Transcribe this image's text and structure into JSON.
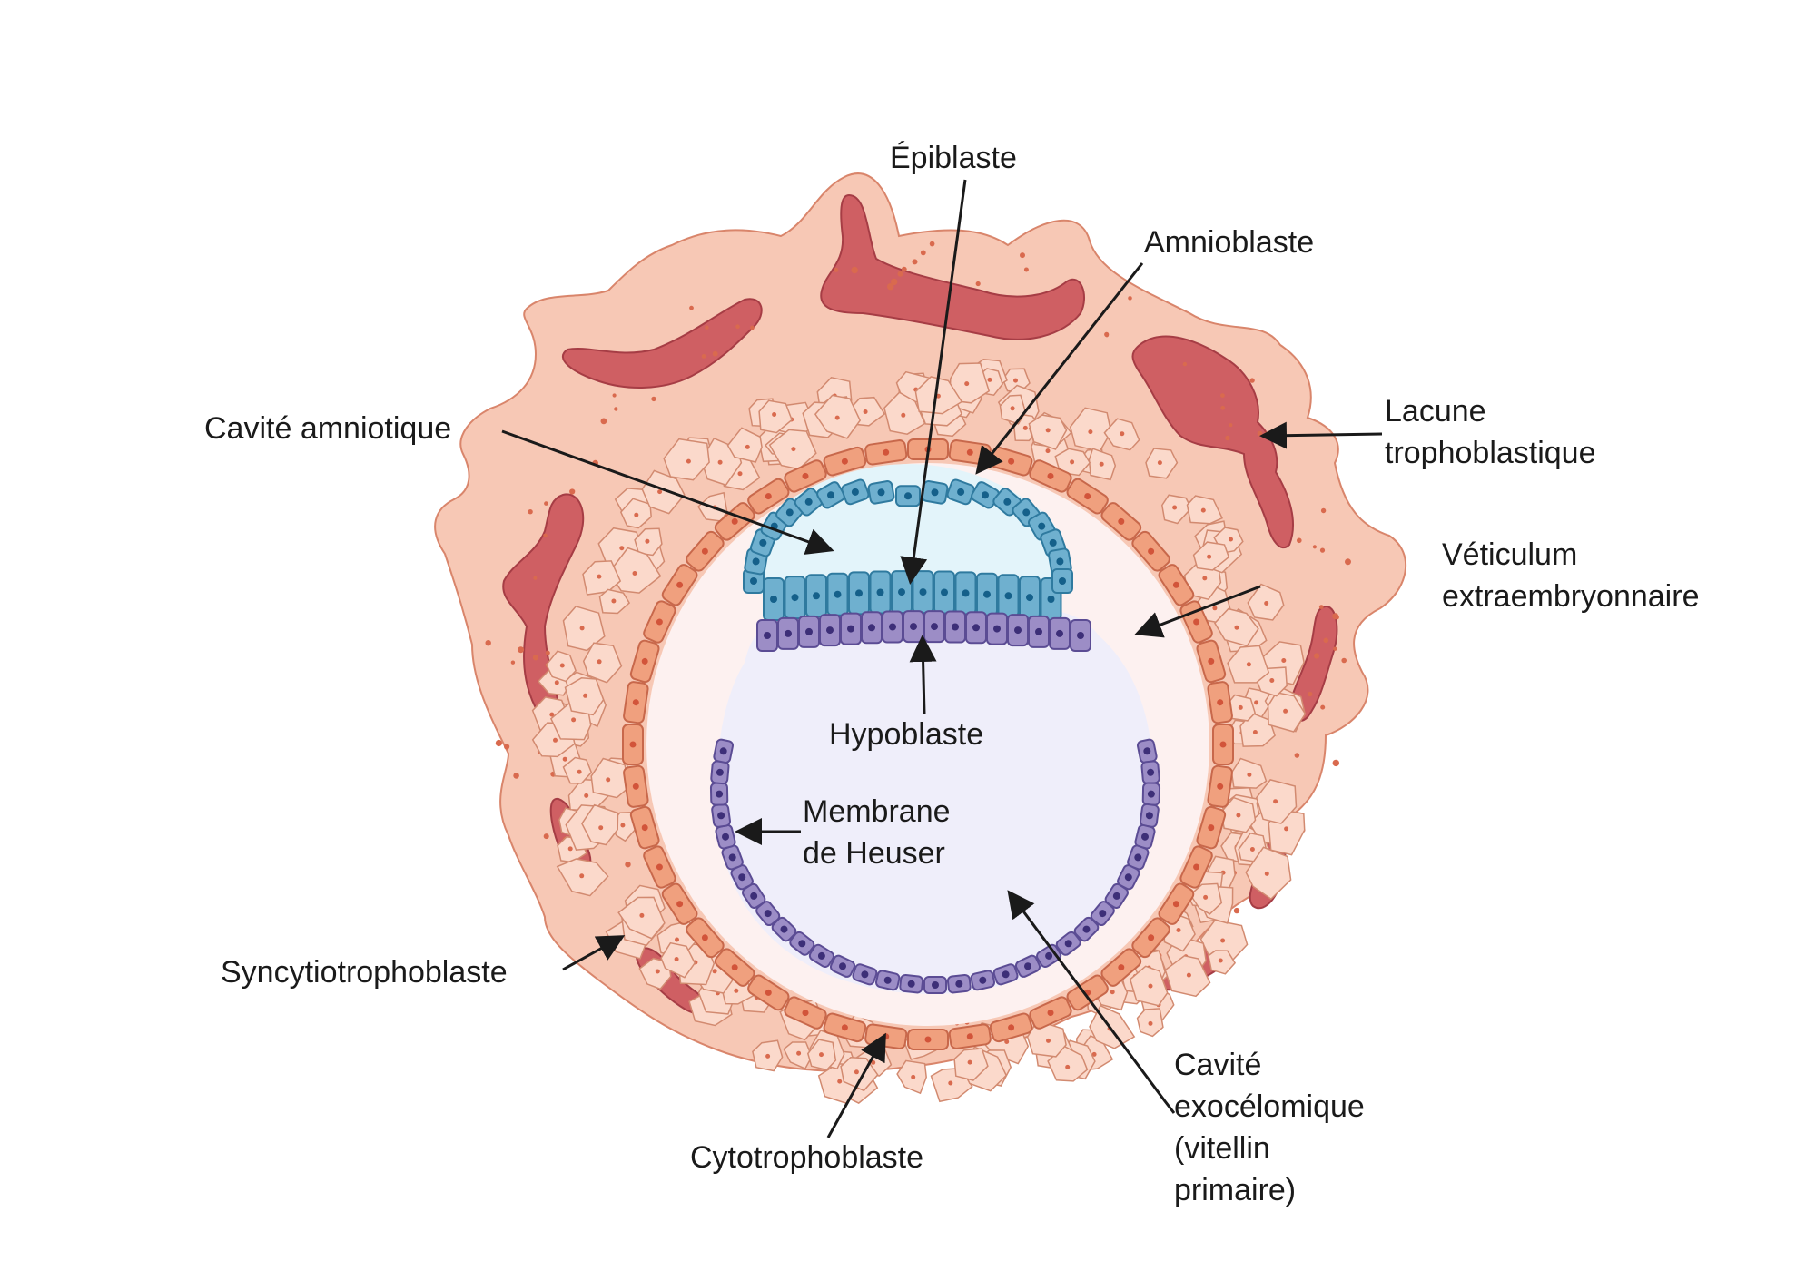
{
  "labels": {
    "epiblaste": "Épiblaste",
    "amnioblaste": "Amnioblaste",
    "cavite_amniotique": "Cavité amniotique",
    "lacune_line1": "Lacune",
    "lacune_line2": "trophoblastique",
    "reticulum_line1": "Véticulum",
    "reticulum_line2": "extraembryonnaire",
    "hypoblaste": "Hypoblaste",
    "membrane_line1": "Membrane",
    "membrane_line2": "de Heuser",
    "syncytiotrophoblaste": "Syncytiotrophoblaste",
    "cytotrophoblaste": "Cytotrophoblaste",
    "exocelomique_line1": "Cavité",
    "exocelomique_line2": "exocélomique",
    "exocelomique_line3": "(vitellin",
    "exocelomique_line4": "primaire)"
  },
  "colors": {
    "syncytio_fill": "#f7c8b5",
    "syncytio_stroke": "#d9856b",
    "lacune_fill": "#cf5f63",
    "lacune_stroke": "#a63d45",
    "cyto_fill": "#f0a07e",
    "cyto_stroke": "#c8684b",
    "cyto_nucleus": "#d2543a",
    "reticulum_fill": "#fdf1f0",
    "epiblast_fill": "#6fb0cf",
    "epiblast_stroke": "#2f7a9f",
    "epiblast_nucleus": "#15608a",
    "amnion_fill": "#e3f4fa",
    "hypoblast_fill": "#9c8dc6",
    "hypoblast_stroke": "#5b4c94",
    "hypoblast_nucleus": "#3d2f78",
    "yolk_fill": "#efeefa",
    "arrow": "#1a1a1a"
  }
}
